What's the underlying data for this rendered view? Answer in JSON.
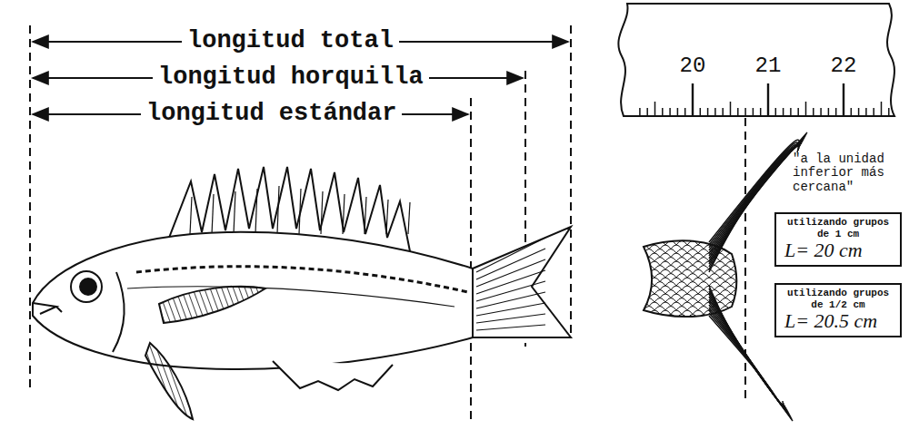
{
  "diagram": {
    "nodes": [
      {
        "text": [
          "utilizando grupos de 1 cm",
          "L= 20 cm"
        ]
      },
      {
        "text": [
          "utilizando grupos de 1/2 cm",
          "L= 20.5 cm"
        ]
      }
    ],
    "labels": [
      "longitud total",
      "longitud horquilla",
      "longitud estándar",
      "20",
      "21",
      "22",
      "\"a la unidad inferior más cercana\""
    ]
  }
}
